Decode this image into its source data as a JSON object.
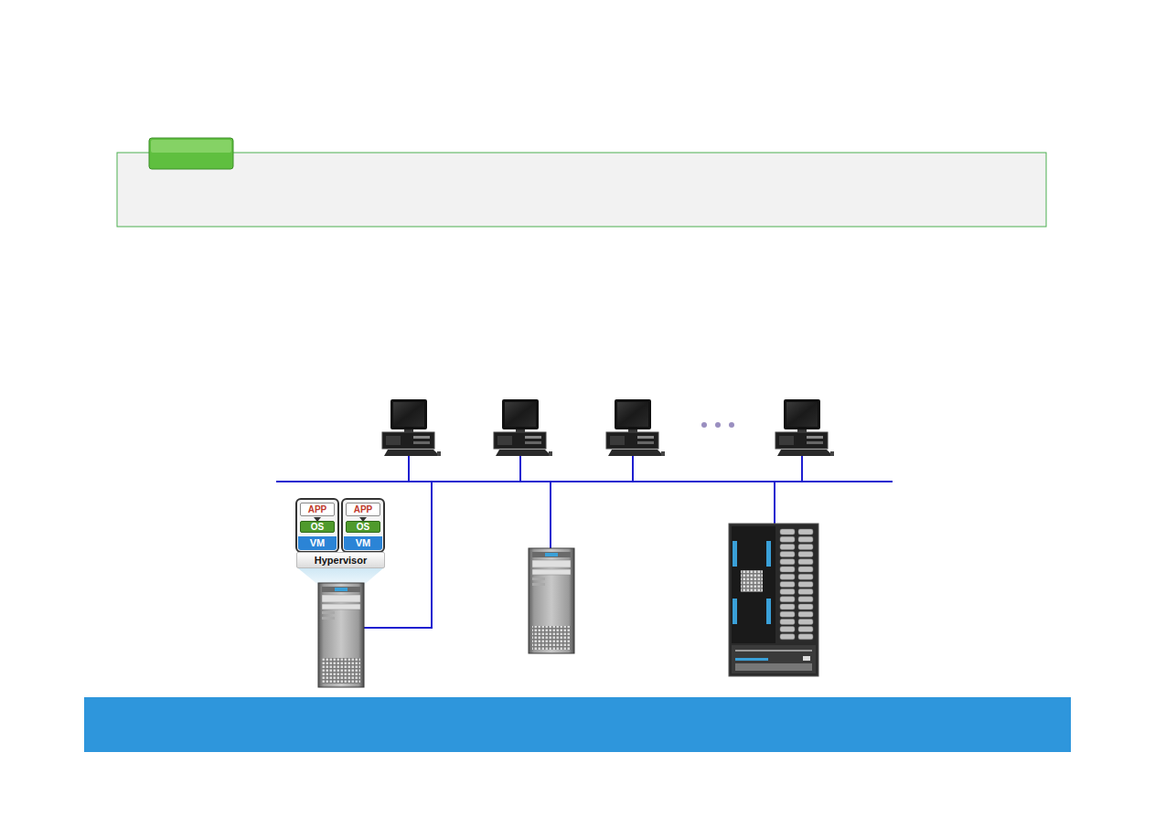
{
  "diagram": {
    "nodes": [
      {
        "text": [
          "VM"
        ]
      },
      {
        "text": [
          "APP"
        ],
        "in": 0
      },
      {
        "text": [
          "OS"
        ],
        "in": 0
      },
      {
        "text": [
          "VM"
        ]
      },
      {
        "text": [
          "APP"
        ],
        "in": 3
      },
      {
        "text": [
          "OS"
        ],
        "in": 3
      },
      {
        "text": [
          "Hypervisor"
        ]
      }
    ]
  }
}
